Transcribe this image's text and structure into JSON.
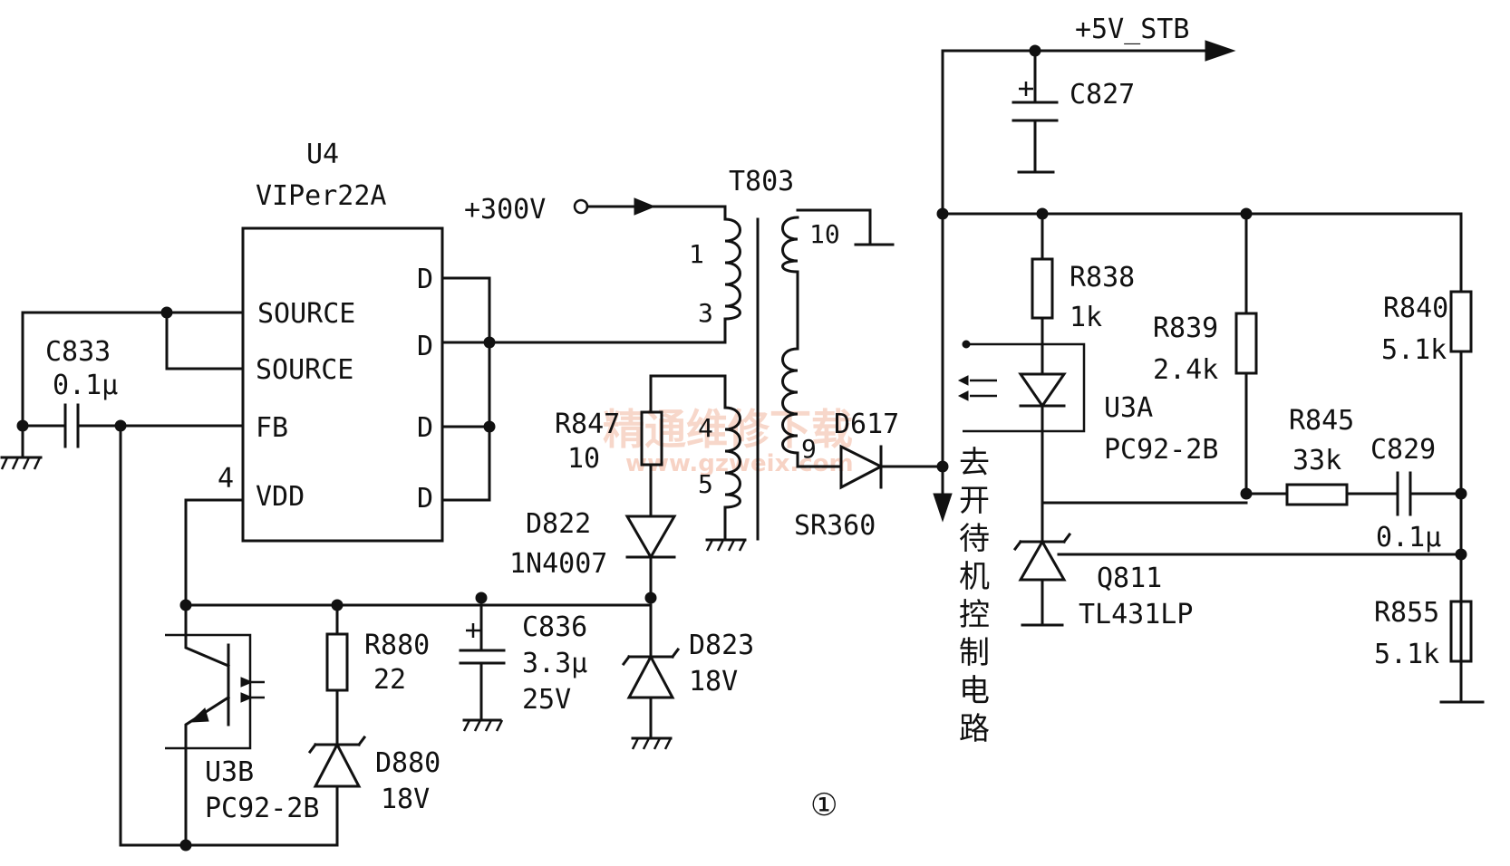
{
  "labels": {
    "u4_ref": "U4",
    "u4_part": "VIPer22A",
    "pin_source1": "SOURCE",
    "pin_source2": "SOURCE",
    "pin_fb": "FB",
    "pin_vdd": "VDD",
    "pin_d1": "D",
    "pin_d2": "D",
    "pin_d3": "D",
    "pin_d4": "D",
    "pin4": "4",
    "c833_ref": "C833",
    "c833_val": "0.1μ",
    "hv_in": "+300V",
    "t803": "T803",
    "t_p1": "1",
    "t_p3": "3",
    "t_p4": "4",
    "t_p5": "5",
    "t_p10": "10",
    "t_p9": "9",
    "r847_ref": "R847",
    "r847_val": "10",
    "d822_ref": "D822",
    "d822_part": "1N4007",
    "c836_ref": "C836",
    "c836_val": "3.3μ",
    "c836_volt": "25V",
    "d823_ref": "D823",
    "d823_val": "18V",
    "r880_ref": "R880",
    "r880_val": "22",
    "d880_ref": "D880",
    "d880_val": "18V",
    "u3b_ref": "U3B",
    "u3b_part": "PC92-2B",
    "d617_ref": "D617",
    "d617_part": "SR360",
    "vout": "+5V_STB",
    "c827_ref": "C827",
    "r838_ref": "R838",
    "r838_val": "1k",
    "r839_ref": "R839",
    "r839_val": "2.4k",
    "u3a_ref": "U3A",
    "u3a_part": "PC92-2B",
    "r840_ref": "R840",
    "r840_val": "5.1k",
    "r845_ref": "R845",
    "r845_val": "33k",
    "c829_ref": "C829",
    "c829_val": "0.1μ",
    "q811_ref": "Q811",
    "q811_part": "TL431LP",
    "r855_ref": "R855",
    "r855_val": "5.1k",
    "standby_note": [
      "去",
      "开",
      "待",
      "机",
      "控",
      "制",
      "电",
      "路"
    ],
    "figure_no": "①",
    "watermark_cn": "精通维修下载",
    "watermark_url": "www.gzweix.com"
  }
}
